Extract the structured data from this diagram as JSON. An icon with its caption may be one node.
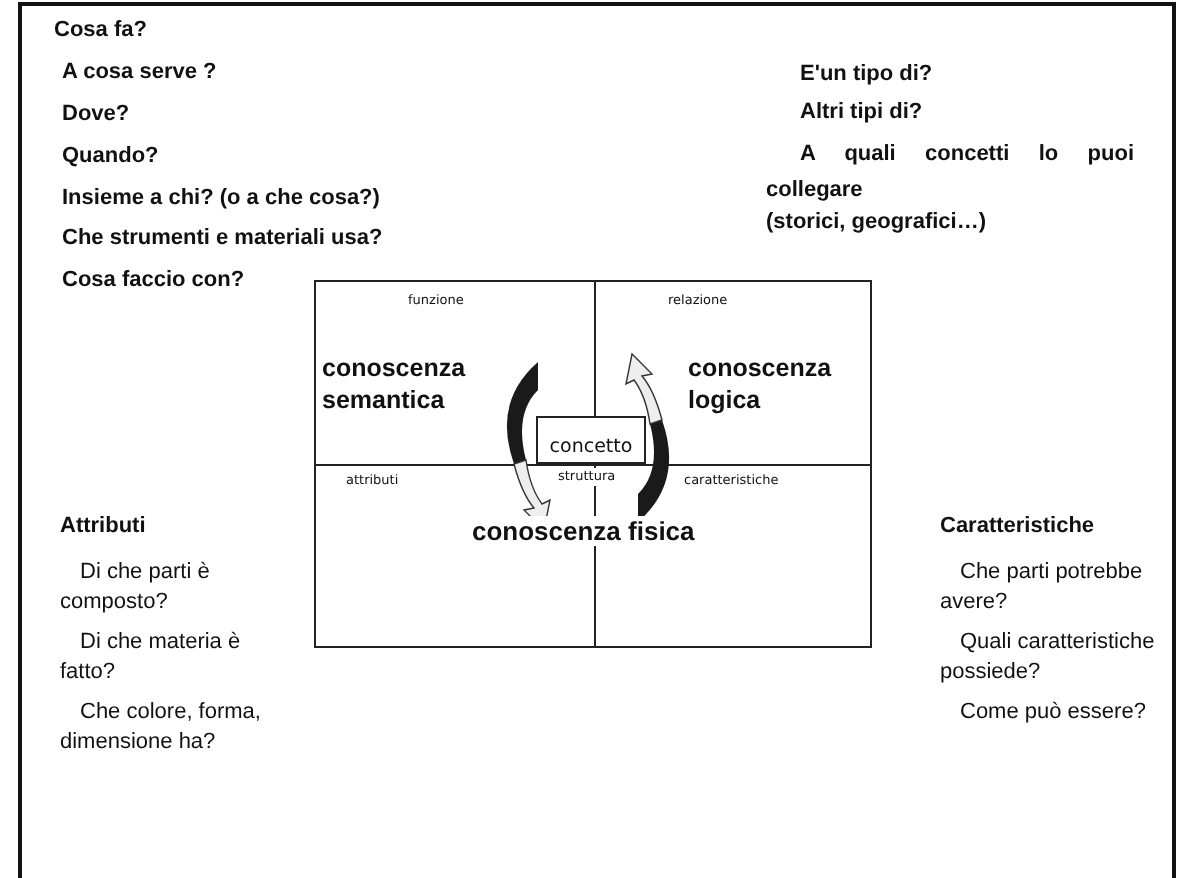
{
  "diagram": {
    "nodes": [
      {
        "text": [],
        "shape": "box"
      },
      {
        "text": [
          "funzione",
          "conoscenza semantica"
        ],
        "in": 0
      },
      {
        "text": [
          "relazione",
          "conoscenza logica"
        ],
        "in": 0
      },
      {
        "text": [
          "attributi"
        ],
        "in": 0
      },
      {
        "text": [
          "caratteristiche"
        ],
        "in": 0
      },
      {
        "text": [
          "concetto"
        ],
        "in": 0
      }
    ],
    "labels": [
      "Cosa fa?",
      "A cosa serve ?",
      "Dove?",
      "Quando?",
      "Insieme a chi? (o a che cosa?)",
      "Che strumenti e materiali usa?",
      "Cosa faccio con?",
      "E'un tipo di?",
      "Altri tipi di?",
      "A quali concetti lo puoi collegare",
      "(storici, geografici…)",
      "struttura",
      "conoscenza fisica",
      "Attributi",
      "Di che parti è composto?",
      "Di che materia è fatto?",
      "Che colore, forma, dimensione ha?",
      "Caratteristiche",
      "Che parti potrebbe avere?",
      "Quali caratteristiche possiede?",
      "Come può essere?"
    ]
  }
}
